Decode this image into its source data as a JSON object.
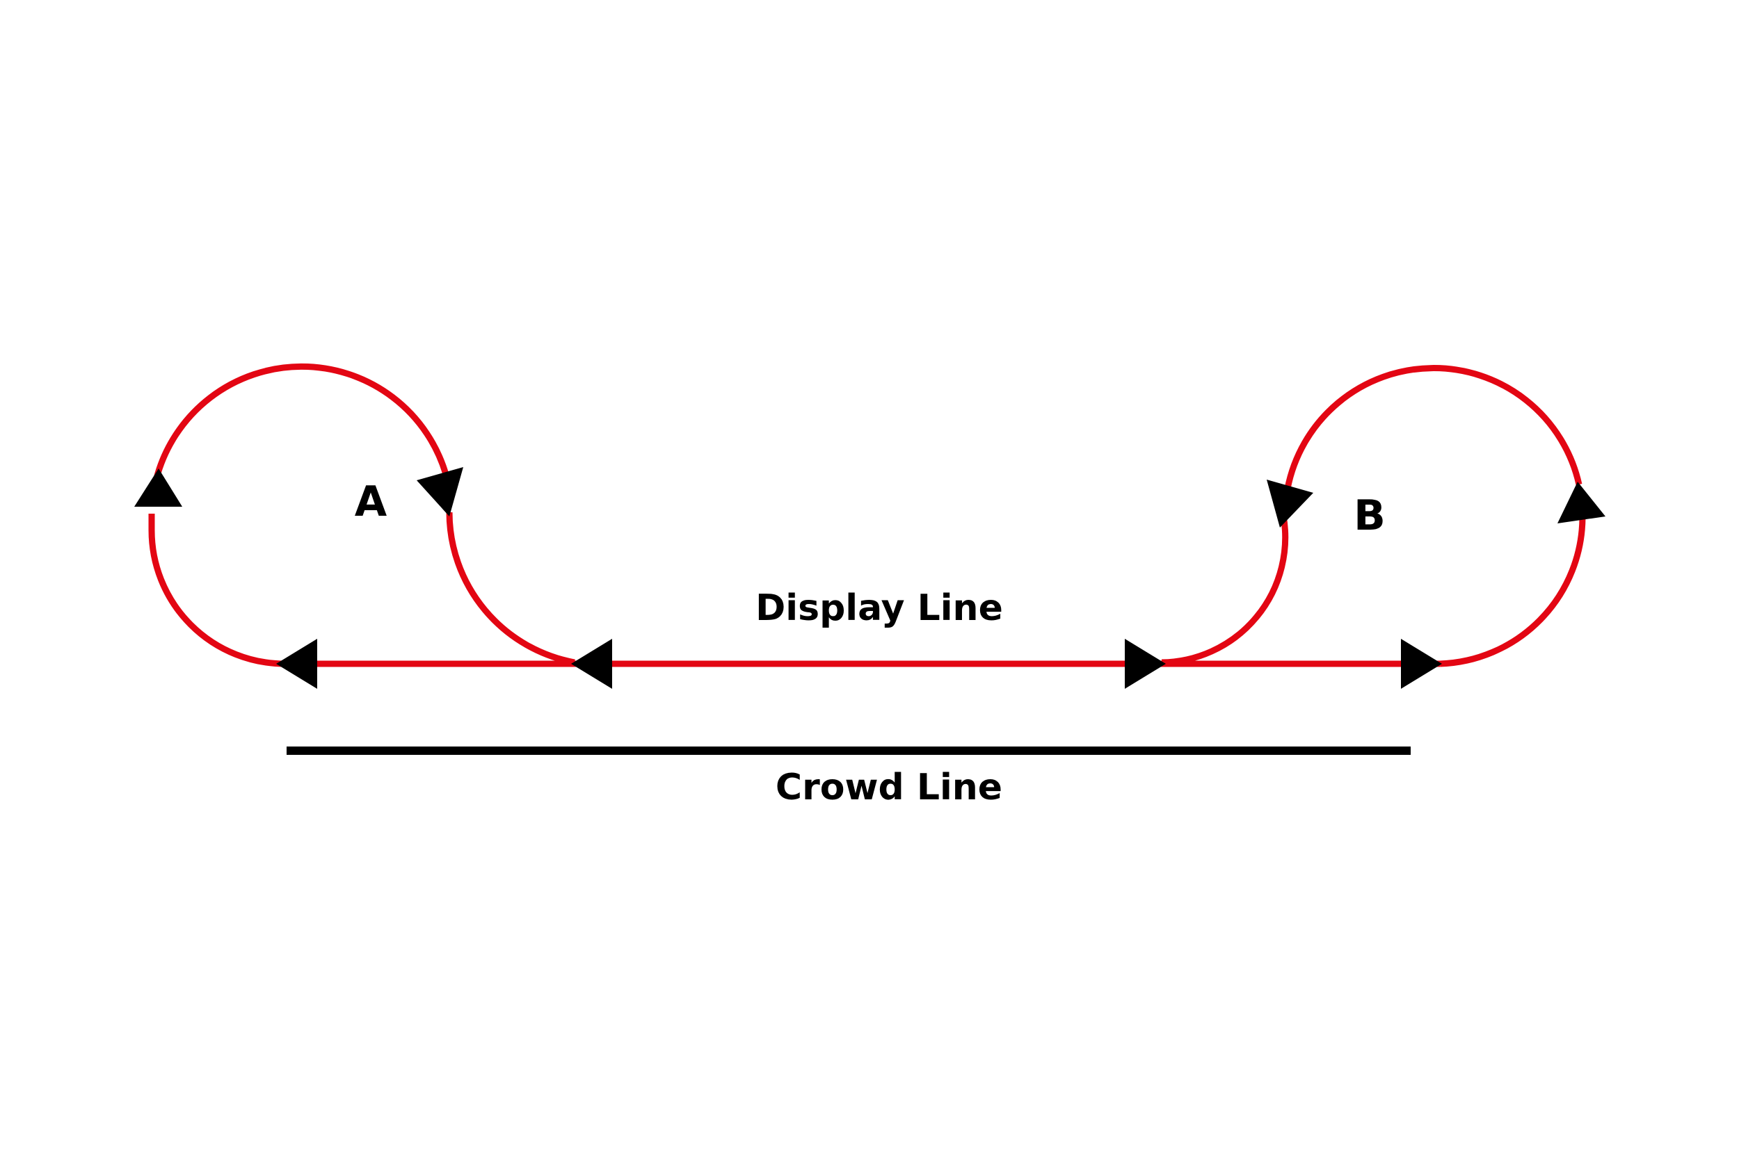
{
  "labels": {
    "point_a": "A",
    "point_b": "B",
    "display_line": "Display Line",
    "crowd_line": "Crowd Line"
  },
  "colors": {
    "background": "#ffffff",
    "flight_path": "#e30613",
    "arrow": "#000000",
    "crowd_line": "#000000",
    "text": "#000000"
  }
}
